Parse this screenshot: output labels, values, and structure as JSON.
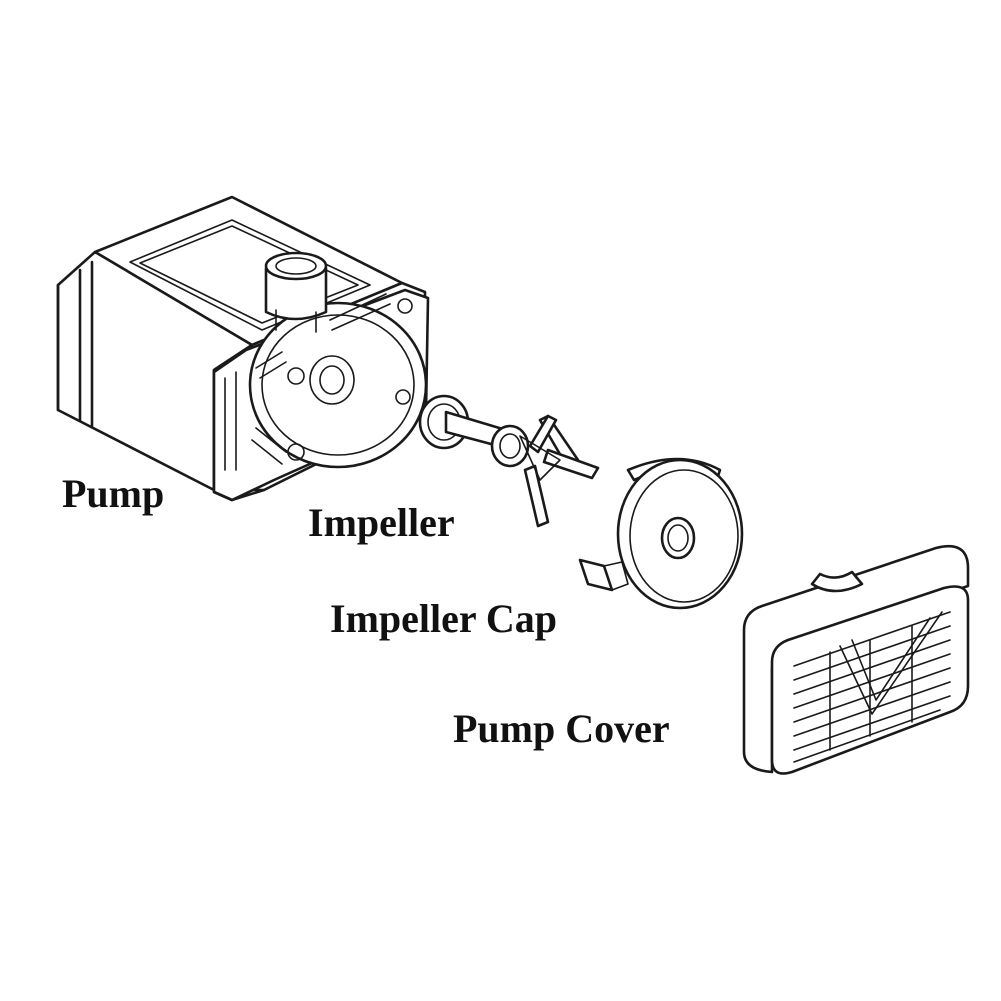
{
  "labels": {
    "pump": "Pump",
    "impeller": "Impeller",
    "impeller_cap": "Impeller Cap",
    "pump_cover": "Pump Cover"
  },
  "colors": {
    "line": "#1a1a1a",
    "background": "#ffffff",
    "text": "#111111"
  }
}
